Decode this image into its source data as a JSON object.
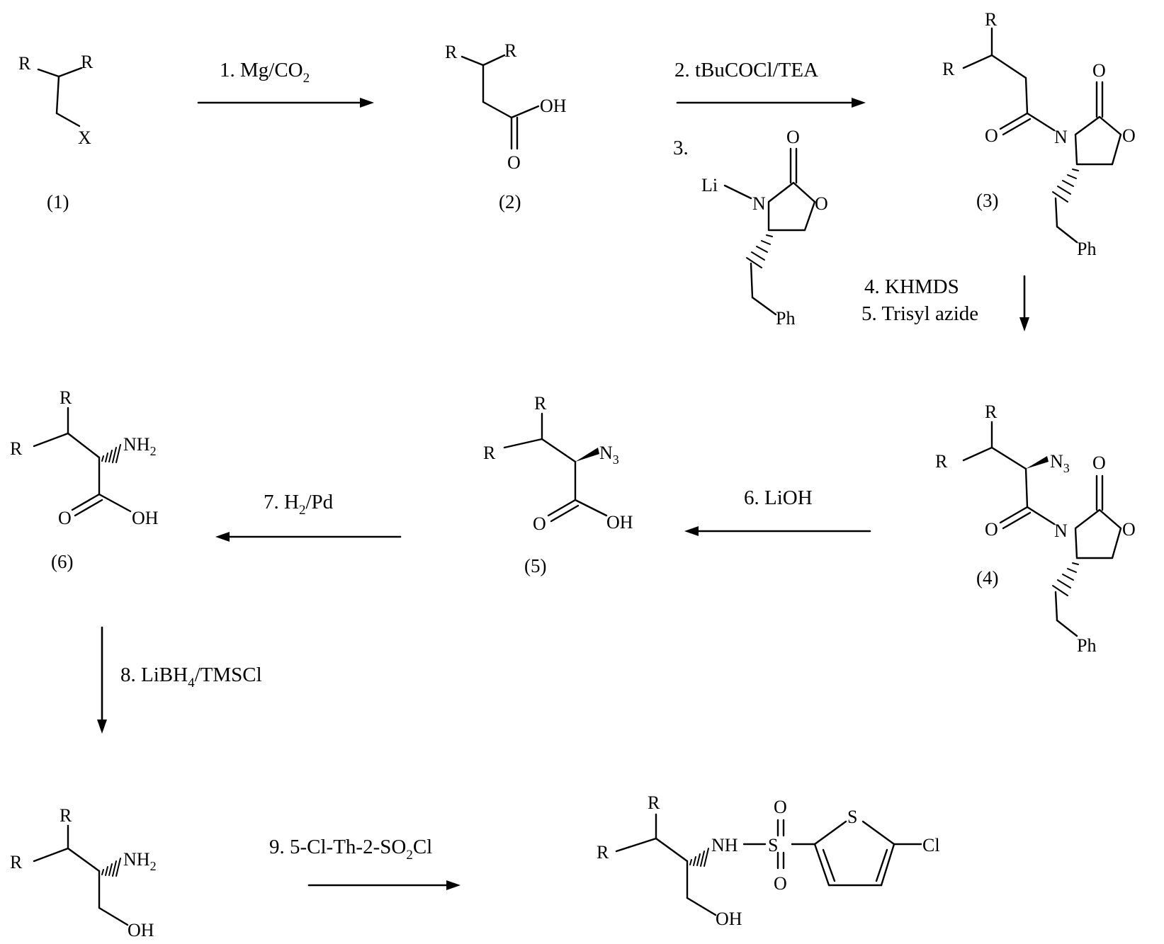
{
  "compounds": {
    "c1": "(1)",
    "c2": "(2)",
    "c3": "(3)",
    "c4": "(4)",
    "c5": "(5)",
    "c6": "(6)"
  },
  "atoms": {
    "R": "R",
    "X": "X",
    "OH": "OH",
    "O": "O",
    "N": "N",
    "Li": "Li",
    "Ph": "Ph",
    "S": "S",
    "Cl": "Cl",
    "NH": "NH",
    "NH2": "NH",
    "NH2_sub": "2",
    "N3": "N",
    "N3_sub": "3"
  },
  "steps": {
    "s1_main": "1. Mg/CO",
    "s1_sub": "2",
    "s2": "2.  tBuCOCl/TEA",
    "s3": "3.",
    "s4": "4. KHMDS",
    "s5": "5. Trisyl azide",
    "s6": "6. LiOH",
    "s7_a": "7. H",
    "s7_sub": "2",
    "s7_b": "/Pd",
    "s8_a": "8. LiBH",
    "s8_sub": "4",
    "s8_b": "/TMSCl",
    "s9_a": "9. 5-Cl-Th-2-SO",
    "s9_sub": "2",
    "s9_b": "Cl"
  }
}
